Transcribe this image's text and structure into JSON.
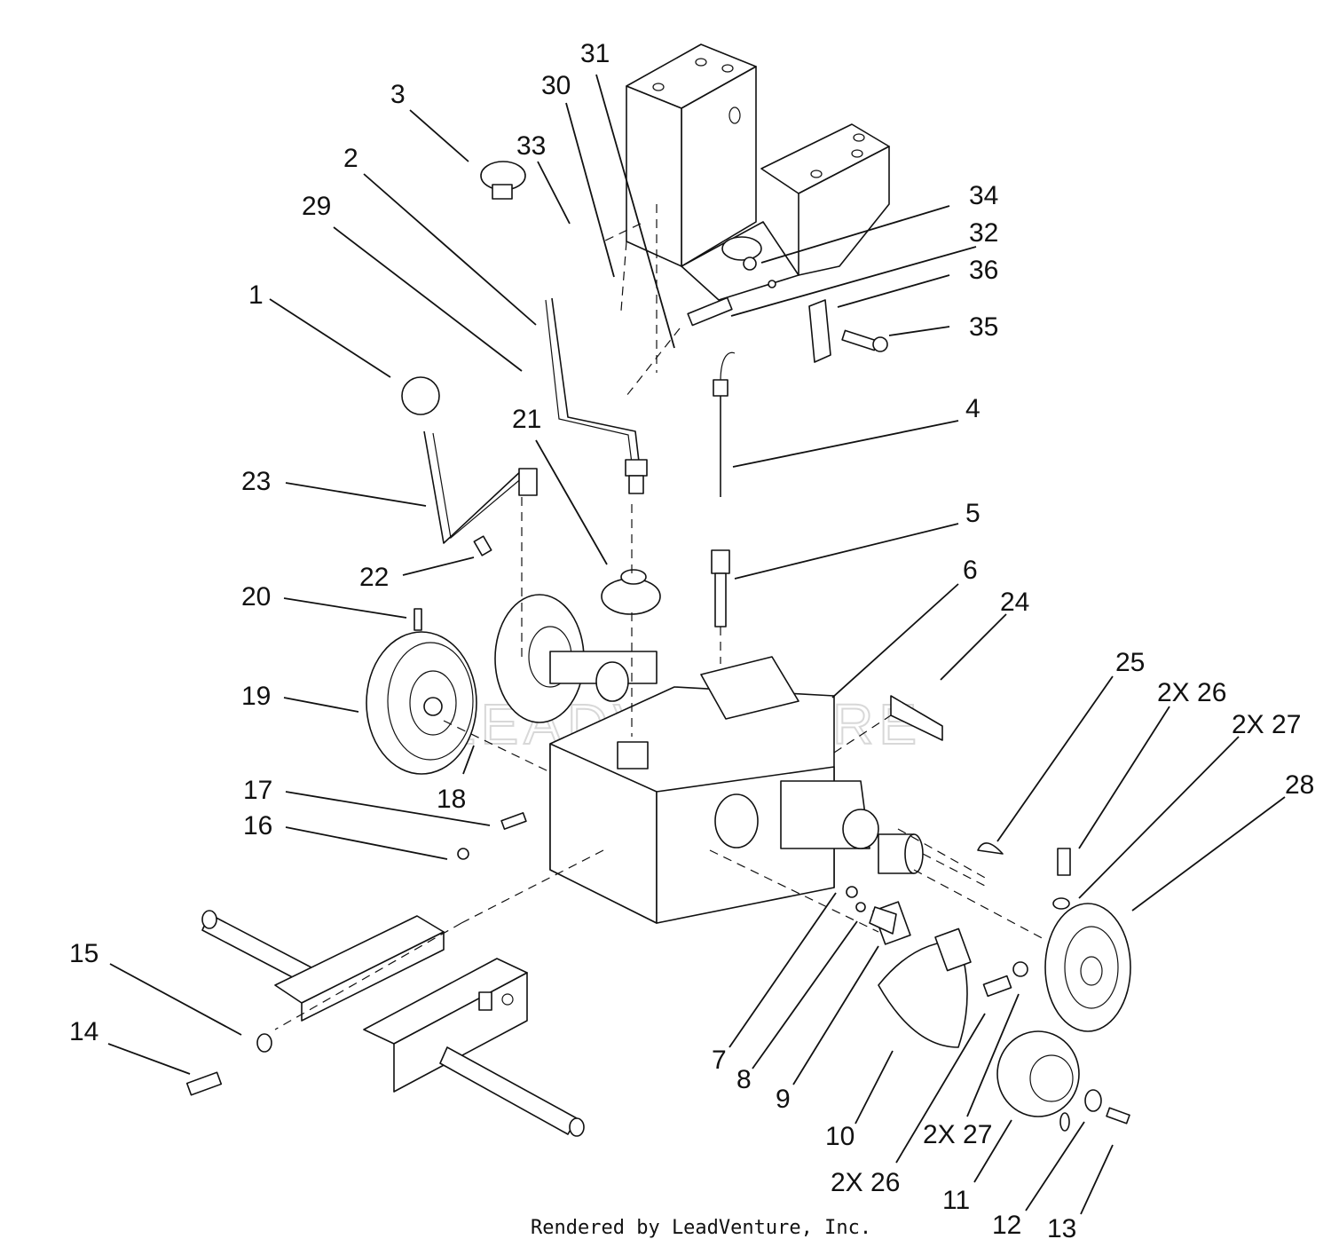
{
  "watermark_text": "LEADVENTURE",
  "credit": "Rendered by LeadVenture, Inc.",
  "callouts": [
    {
      "label": "1"
    },
    {
      "label": "2"
    },
    {
      "label": "3"
    },
    {
      "label": "4"
    },
    {
      "label": "5"
    },
    {
      "label": "6"
    },
    {
      "label": "7"
    },
    {
      "label": "8"
    },
    {
      "label": "9"
    },
    {
      "label": "10"
    },
    {
      "label": "11"
    },
    {
      "label": "12"
    },
    {
      "label": "13"
    },
    {
      "label": "14"
    },
    {
      "label": "15"
    },
    {
      "label": "16"
    },
    {
      "label": "17"
    },
    {
      "label": "18"
    },
    {
      "label": "19"
    },
    {
      "label": "20"
    },
    {
      "label": "21"
    },
    {
      "label": "22"
    },
    {
      "label": "23"
    },
    {
      "label": "24"
    },
    {
      "label": "25"
    },
    {
      "label": "2X 26"
    },
    {
      "label": "2X 27"
    },
    {
      "label": "28"
    },
    {
      "label": "29"
    },
    {
      "label": "30"
    },
    {
      "label": "31"
    },
    {
      "label": "32"
    },
    {
      "label": "33"
    },
    {
      "label": "34"
    },
    {
      "label": "35"
    },
    {
      "label": "36"
    },
    {
      "label": "2X 26"
    },
    {
      "label": "2X 27"
    }
  ]
}
